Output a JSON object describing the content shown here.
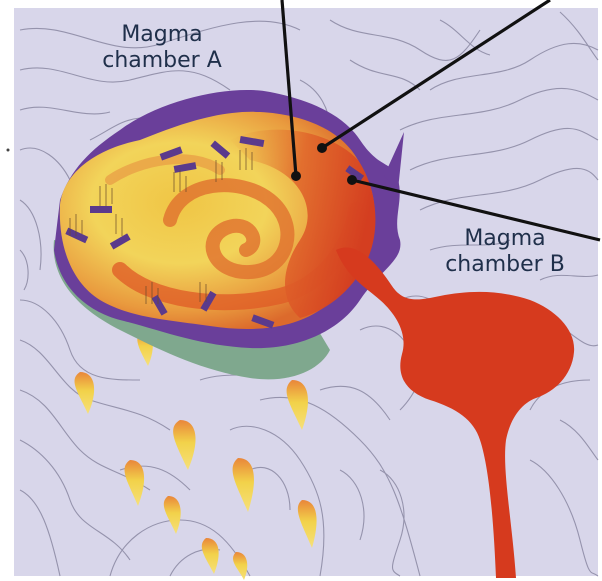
{
  "labels": {
    "chamber_a_line1": "Magma",
    "chamber_a_line2": "chamber A",
    "chamber_b_line1": "Magma",
    "chamber_b_line2": "chamber B"
  },
  "colors": {
    "rock_background": "#d8d6ea",
    "contour_lines": "#8e8ca6",
    "magma_red": "#d63a1e",
    "magma_orange": "#e98a3a",
    "magma_yellow": "#f2d24a",
    "purple_rim": "#6a3f9a",
    "green_rim": "#7fa88e",
    "crystal_purple": "#5b3a8c",
    "leader_line": "#111111"
  }
}
